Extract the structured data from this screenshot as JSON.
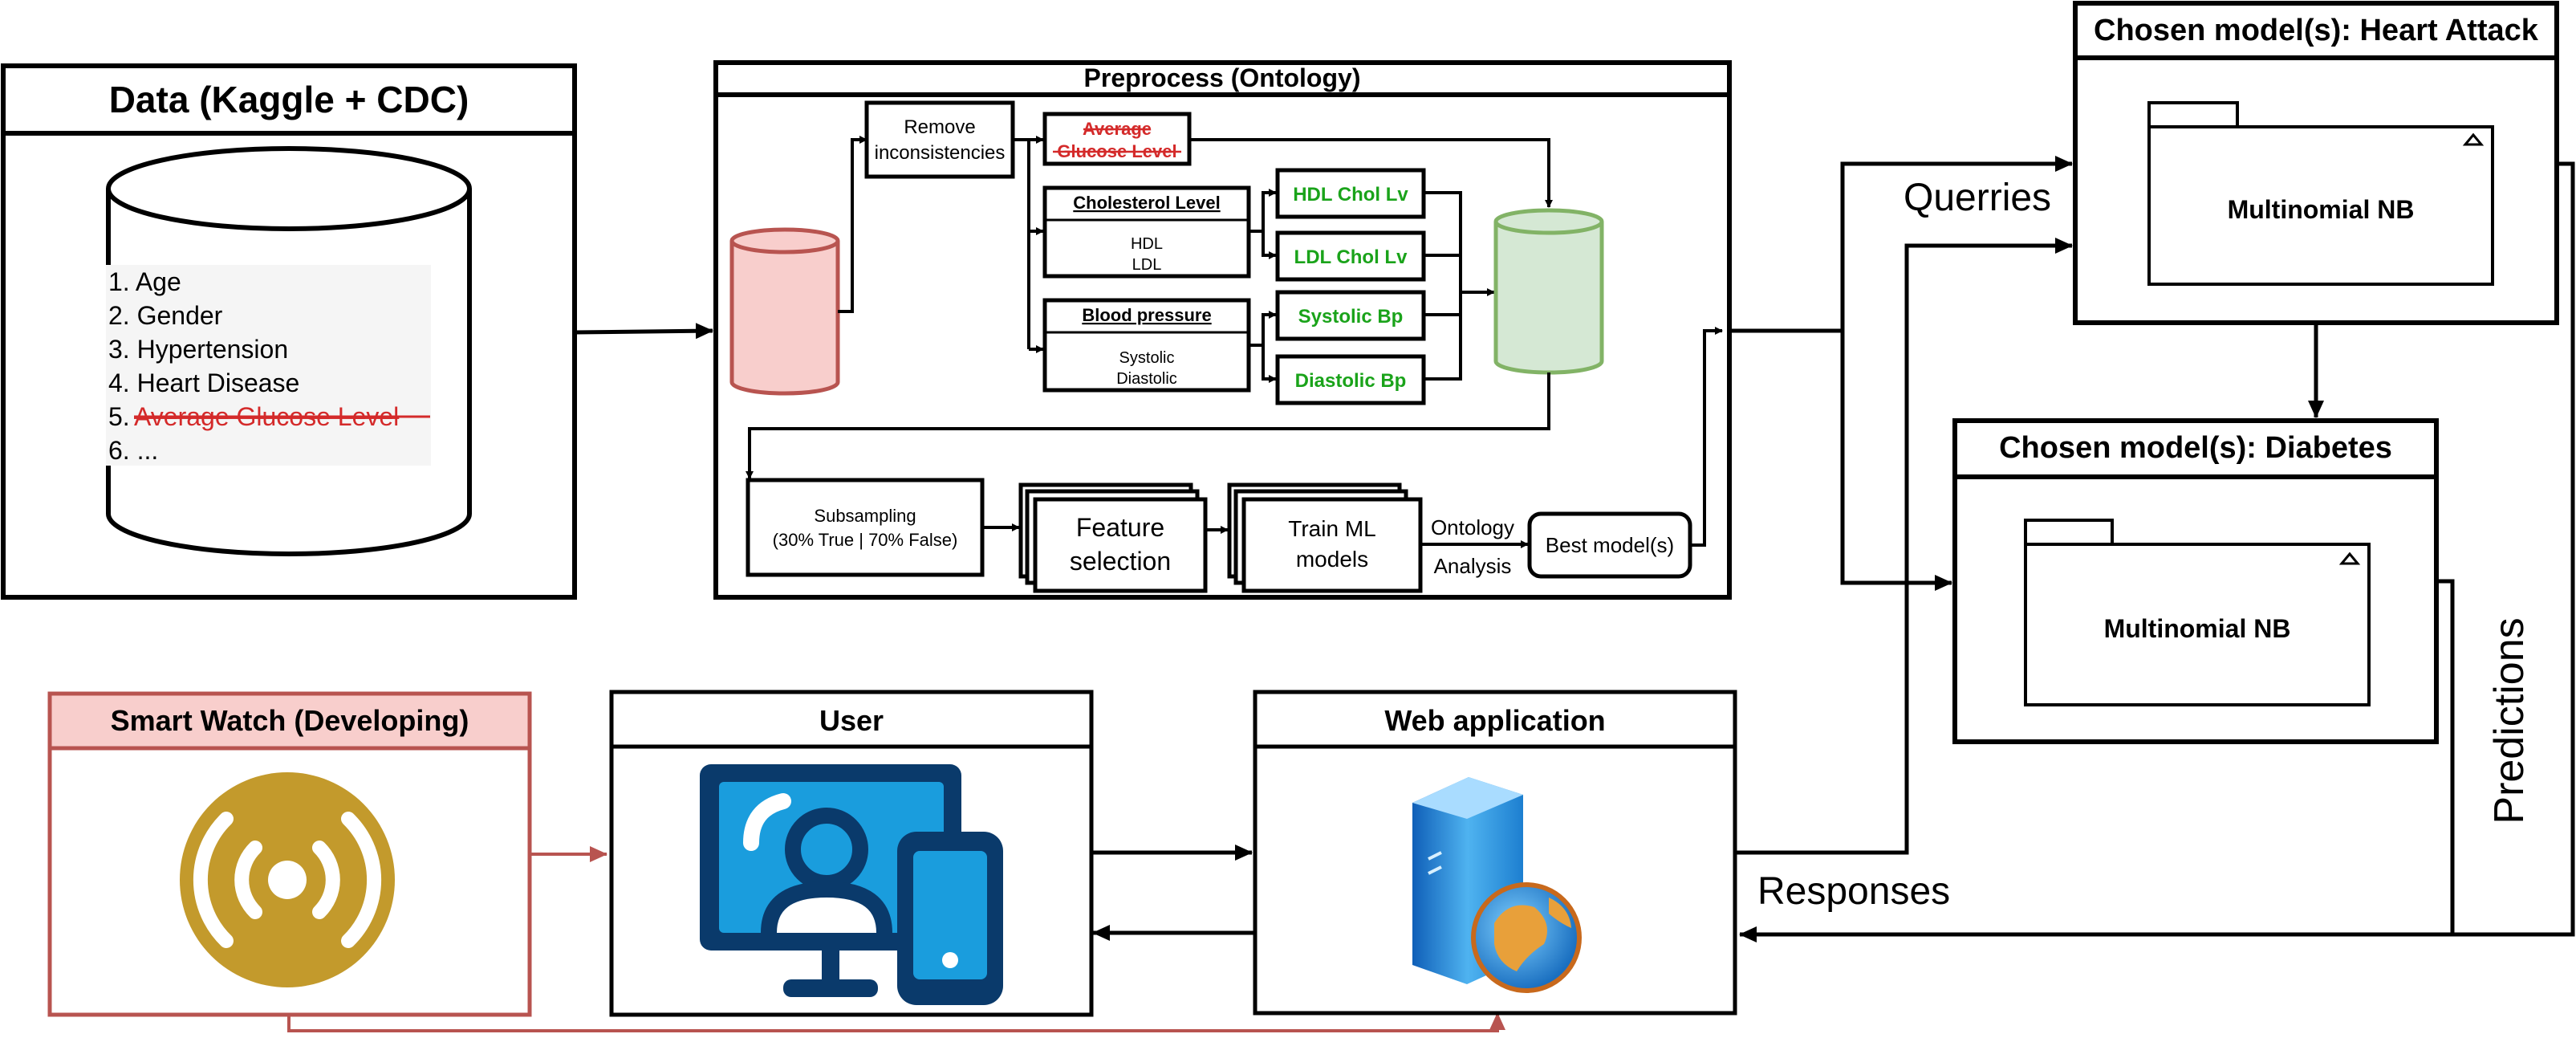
{
  "data_panel": {
    "title": "Data (Kaggle + CDC)",
    "items": [
      "1. Age",
      "2. Gender",
      "3. Hypertension",
      "4. Heart Disease",
      "5. ",
      "6. ..."
    ],
    "removed_item": "Average Glucose Level"
  },
  "preprocess": {
    "title": "Preprocess (Ontology)",
    "remove_inconsistencies": [
      "Remove",
      "inconsistencies"
    ],
    "avg_glucose": [
      "Average",
      "Glucose Level"
    ],
    "cholesterol": {
      "header": "Cholesterol Level",
      "items": [
        "HDL",
        "LDL"
      ]
    },
    "blood_pressure": {
      "header": "Blood pressure",
      "items": [
        "Systolic",
        "Diastolic"
      ]
    },
    "outputs": [
      "HDL Chol Lv",
      "LDL Chol Lv",
      "Systolic Bp",
      "Diastolic Bp"
    ],
    "subsampling": [
      "Subsampling",
      "(30% True | 70% False)"
    ],
    "feature_selection": [
      "Feature",
      "selection"
    ],
    "train_models": [
      "Train ML",
      "models"
    ],
    "ontology_analysis": [
      "Ontology",
      "Analysis"
    ],
    "best_models": "Best model(s)"
  },
  "heart_attack": {
    "title": "Chosen model(s): Heart Attack",
    "model": "Multinomial NB"
  },
  "diabetes": {
    "title": "Chosen model(s): Diabetes",
    "model": "Multinomial NB"
  },
  "labels": {
    "queries": "Querries",
    "responses": "Responses",
    "predictions": "Predictions"
  },
  "smart_watch": {
    "title": "Smart Watch (Developing)"
  },
  "user": {
    "title": "User"
  },
  "web_app": {
    "title": "Web application"
  },
  "colors": {
    "red_cylinder_fill": "#f8cecc",
    "red_cylinder_stroke": "#b85450",
    "green_cylinder_fill": "#d5e8d4",
    "green_cylinder_stroke": "#82b366",
    "watch_header": "#f8cecc",
    "watch_stroke": "#b85450",
    "watch_icon": "#c39a2c",
    "output_text": "#1aa31a",
    "removed_text": "#d42a2a",
    "user_icon_dark": "#0a3a6b",
    "user_icon_light": "#1a9ddd"
  }
}
